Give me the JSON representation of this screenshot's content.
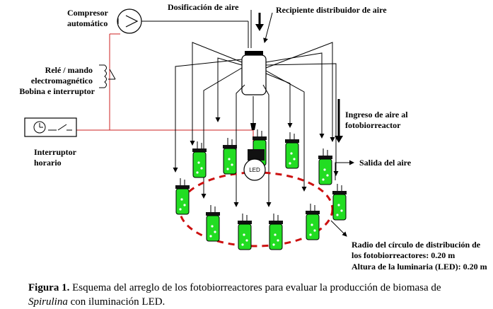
{
  "labels": {
    "compressor": [
      "Compresor",
      "automático"
    ],
    "air_dosing": "Dosificación de aire",
    "distributor": "Recipiente distribuidor de aire",
    "relay": [
      "Relé / mando",
      "electromagnético",
      "Bobina e interruptor"
    ],
    "timer": [
      "Interruptor",
      "horario"
    ],
    "air_inlet": [
      "Ingreso de aire al",
      "fotobiorreactor"
    ],
    "air_outlet": "Salida del aire",
    "led": "LED",
    "notes": [
      "Radio del círculo de distribución de",
      "los fotobiorreactores: 0.20 m",
      "Altura de la luminaria (LED): 0.20 m"
    ]
  },
  "caption": {
    "figure_label": "Figura 1.",
    "text_1": " Esquema del arreglo de los fotobiorreactores para evaluar la producción de biomasa de ",
    "species": "Spirulina",
    "text_2": " con iluminación LED."
  },
  "colors": {
    "liquid": "#22dd22",
    "circle": "#cc1111",
    "wire": "#cc2222"
  }
}
